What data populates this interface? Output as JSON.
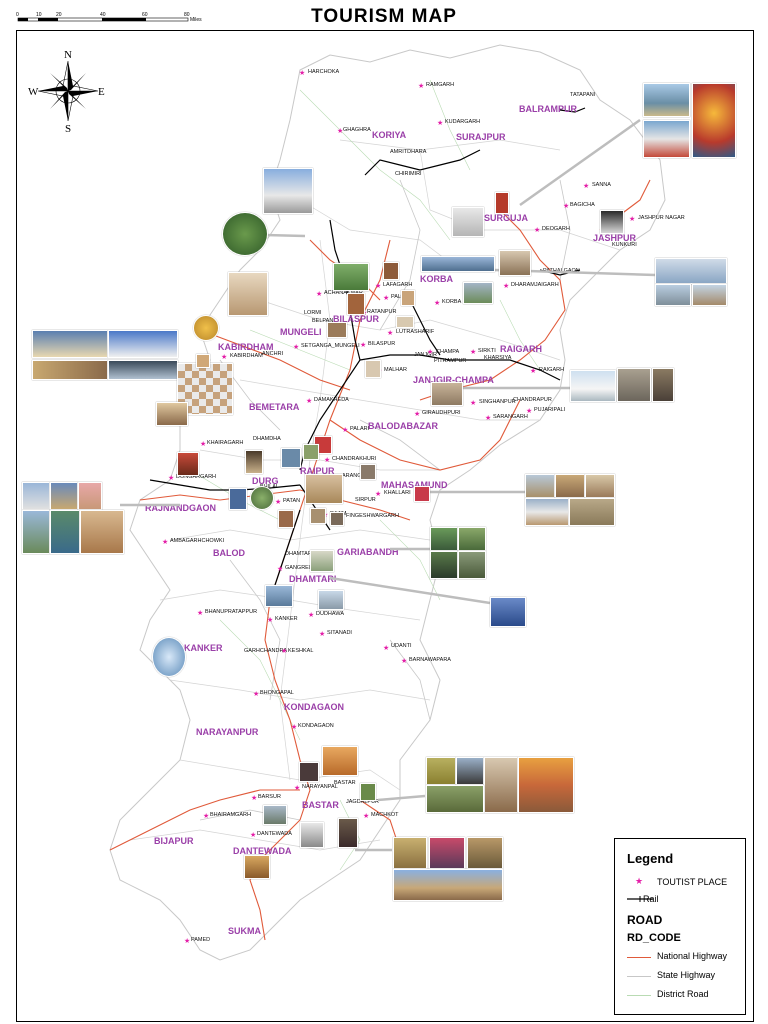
{
  "title": "TOURISM  MAP",
  "scale": {
    "ticks": [
      "0",
      "10",
      "20",
      "40",
      "60",
      "80"
    ],
    "unit": "Miles"
  },
  "compass": {
    "n": "N",
    "s": "S",
    "e": "E",
    "w": "W"
  },
  "legend": {
    "heading": "Legend",
    "tourist_place": "TOUTIST PLACE",
    "rail": "Rail",
    "road_heading": "ROAD",
    "code_heading": "RD_CODE",
    "national_highway": "National Highway",
    "state_highway": "State Highway",
    "district_road": "District Road"
  },
  "colors": {
    "district_label": "#9a3fa8",
    "tourist_star": "#e41fa8",
    "national_highway": "#e05a3a",
    "state_highway": "#c7c7c7",
    "district_road": "#b9dbb3",
    "rail": "#000000",
    "boundary": "#c8c8c8"
  },
  "districts": [
    {
      "name": "BALRAMPUR"
    },
    {
      "name": "KORIYA"
    },
    {
      "name": "SURAJPUR"
    },
    {
      "name": "SURGUJA"
    },
    {
      "name": "JASHPUR"
    },
    {
      "name": "KORBA"
    },
    {
      "name": "BILASPUR"
    },
    {
      "name": "MUNGELI"
    },
    {
      "name": "KABIRDHAM"
    },
    {
      "name": "RAIGARH"
    },
    {
      "name": "JANJGIR-CHAMPA"
    },
    {
      "name": "BEMETARA"
    },
    {
      "name": "BALODABAZAR"
    },
    {
      "name": "RAIPUR"
    },
    {
      "name": "DURG"
    },
    {
      "name": "MAHASAMUND"
    },
    {
      "name": "RAJNANDGAON"
    },
    {
      "name": "BALOD"
    },
    {
      "name": "GARIABANDH"
    },
    {
      "name": "DHAMTARI"
    },
    {
      "name": "KANKER"
    },
    {
      "name": "KONDAGAON"
    },
    {
      "name": "NARAYANPUR"
    },
    {
      "name": "BASTAR"
    },
    {
      "name": "BIJAPUR"
    },
    {
      "name": "DANTEWADA"
    },
    {
      "name": "SUKMA"
    }
  ],
  "places": [
    {
      "name": "HARCHOKA"
    },
    {
      "name": "RAMGARH"
    },
    {
      "name": "TATAPANI"
    },
    {
      "name": "KUDARGARH"
    },
    {
      "name": "GHAGHRA"
    },
    {
      "name": "AMRITDHARA"
    },
    {
      "name": "CHIRIMIRI"
    },
    {
      "name": "SANNA"
    },
    {
      "name": "BAGICHA"
    },
    {
      "name": "DEOGARH"
    },
    {
      "name": "JASHPUR NAGAR"
    },
    {
      "name": "KUNKURI"
    },
    {
      "name": "PATHALGAON"
    },
    {
      "name": "DHARAMJAIGARH"
    },
    {
      "name": "LAFAGARH"
    },
    {
      "name": "ACHANAKMAR"
    },
    {
      "name": "PALI"
    },
    {
      "name": "KORBA"
    },
    {
      "name": "LORMI"
    },
    {
      "name": "BELPAN"
    },
    {
      "name": "RATANPUR"
    },
    {
      "name": "LUTRASHARIF"
    },
    {
      "name": "SETGANGA_MUNGELI"
    },
    {
      "name": "BILASPUR"
    },
    {
      "name": "KABIRDHAM"
    },
    {
      "name": "ANCHRI"
    },
    {
      "name": "JANJGIR"
    },
    {
      "name": "CHAMPA"
    },
    {
      "name": "PITHAMPUR"
    },
    {
      "name": "SIRKTI"
    },
    {
      "name": "KHARSIYA"
    },
    {
      "name": "MALHAR"
    },
    {
      "name": "RAIGARH"
    },
    {
      "name": "DAMAKHEDA"
    },
    {
      "name": "SINGHANPUR"
    },
    {
      "name": "CHANDRAPUR"
    },
    {
      "name": "GIRAUDHPURI"
    },
    {
      "name": "SARANGARH"
    },
    {
      "name": "PUJARIPALI"
    },
    {
      "name": "PALARI"
    },
    {
      "name": "KHAIRAGARH"
    },
    {
      "name": "DHAMDHA"
    },
    {
      "name": "CHANDRAKHURI"
    },
    {
      "name": "DONGARGARH"
    },
    {
      "name": "BHILAI"
    },
    {
      "name": "ARANG"
    },
    {
      "name": "SIRPUR"
    },
    {
      "name": "KHALLARI"
    },
    {
      "name": "PATAN"
    },
    {
      "name": "RAJIM"
    },
    {
      "name": "FINGESHWARGARH"
    },
    {
      "name": "AMBAGARHCHOWKI"
    },
    {
      "name": "DHAMTARI"
    },
    {
      "name": "GANGREL"
    },
    {
      "name": "BHANUPRATAPPUR"
    },
    {
      "name": "KANKER"
    },
    {
      "name": "DUDHAWA"
    },
    {
      "name": "SITANADI"
    },
    {
      "name": "UDANTI"
    },
    {
      "name": "GARHCHANDRA"
    },
    {
      "name": "KESHKAL"
    },
    {
      "name": "BARNAWAPARA"
    },
    {
      "name": "BHONGAPAL"
    },
    {
      "name": "KONDAGAON"
    },
    {
      "name": "BASTAR"
    },
    {
      "name": "BARSUR"
    },
    {
      "name": "NARAYANPAL"
    },
    {
      "name": "JAGDALPUR"
    },
    {
      "name": "BHAIRAMGARH"
    },
    {
      "name": "MACHKOT"
    },
    {
      "name": "DANTEWADA"
    },
    {
      "name": "PAMED"
    }
  ]
}
